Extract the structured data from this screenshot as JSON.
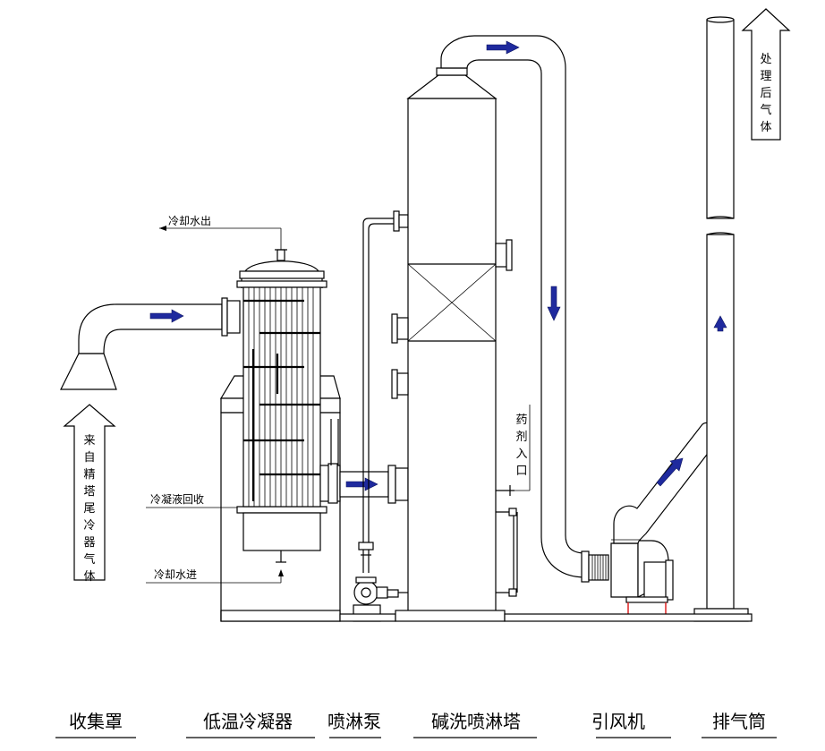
{
  "annotations": {
    "cooling_water_out": "冷却水出",
    "cooling_water_in": "冷却水进",
    "condensate_return": "冷凝液回收",
    "chemical_inlet": "药剂入口",
    "inlet_gas": "来自精塔尾冷器气体",
    "treated_gas": "处理后气体"
  },
  "captions": [
    "收集罩",
    "低温冷凝器",
    "喷淋泵",
    "碱洗喷淋塔",
    "引风机",
    "排气筒"
  ],
  "colors": {
    "line": "#000000",
    "flow_arrow": "#1f2a9e",
    "background": "#ffffff"
  }
}
